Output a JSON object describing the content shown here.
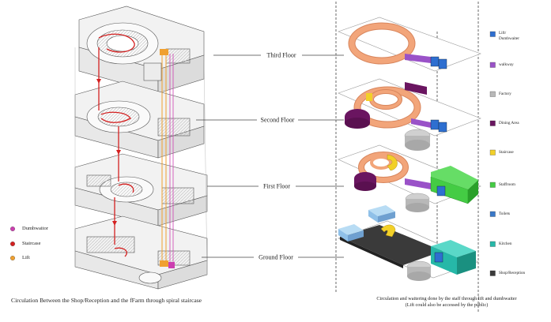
{
  "floors": [
    {
      "key": "third",
      "label": "Third Floor"
    },
    {
      "key": "second",
      "label": "Second Floor"
    },
    {
      "key": "first",
      "label": "First Floor"
    },
    {
      "key": "ground",
      "label": "Ground Floor"
    }
  ],
  "left_legend": [
    {
      "label": "Dumbwaitor",
      "color": "#cc3fb0"
    },
    {
      "label": "Staircase",
      "color": "#d42020"
    },
    {
      "label": "Lift",
      "color": "#f0a030"
    }
  ],
  "right_legend": [
    {
      "label": "Lift/\nDumbwaiter",
      "color": "#2e6fd0",
      "icon": "lift-dumbwaiter-icon"
    },
    {
      "label": "walkway",
      "color": "#9a52c8",
      "icon": "walkway-icon"
    },
    {
      "label": "Factory",
      "color": "#b8b8b8",
      "icon": "factory-icon"
    },
    {
      "label": "Dining Area",
      "color": "#6a1560",
      "icon": "dining-area-icon"
    },
    {
      "label": "Staircase",
      "color": "#f2d028",
      "icon": "staircase-icon"
    },
    {
      "label": "Staffroom",
      "color": "#44cc44",
      "icon": "staffroom-icon"
    },
    {
      "label": "Toilets",
      "color": "#3a78c8",
      "icon": "toilets-icon"
    },
    {
      "label": "Kitchen",
      "color": "#26b8a8",
      "icon": "kitchen-icon"
    },
    {
      "label": "Shop/Reception",
      "color": "#3a3a3a",
      "icon": "shop-reception-icon"
    }
  ],
  "captions": {
    "left": "Circulation Between the  Shop/Reception and the fFarm through spiral staircase",
    "right_line1": "Circulation and waitering done by the staff through lift and dumbwaiter",
    "right_line2": "(Lift could also be accessed by the public)"
  },
  "colors": {
    "ring": "#f2a57a",
    "ring_dark": "#d8855c",
    "lift": "#2e6fd0",
    "walkway": "#9a52c8",
    "dining": "#6a1560",
    "factory": "#b8b8b8",
    "staircase": "#f2d028",
    "staffroom": "#44cc44",
    "kitchen": "#26b8a8",
    "toilets": "#8fc0e8",
    "shop": "#3a3a3a"
  }
}
